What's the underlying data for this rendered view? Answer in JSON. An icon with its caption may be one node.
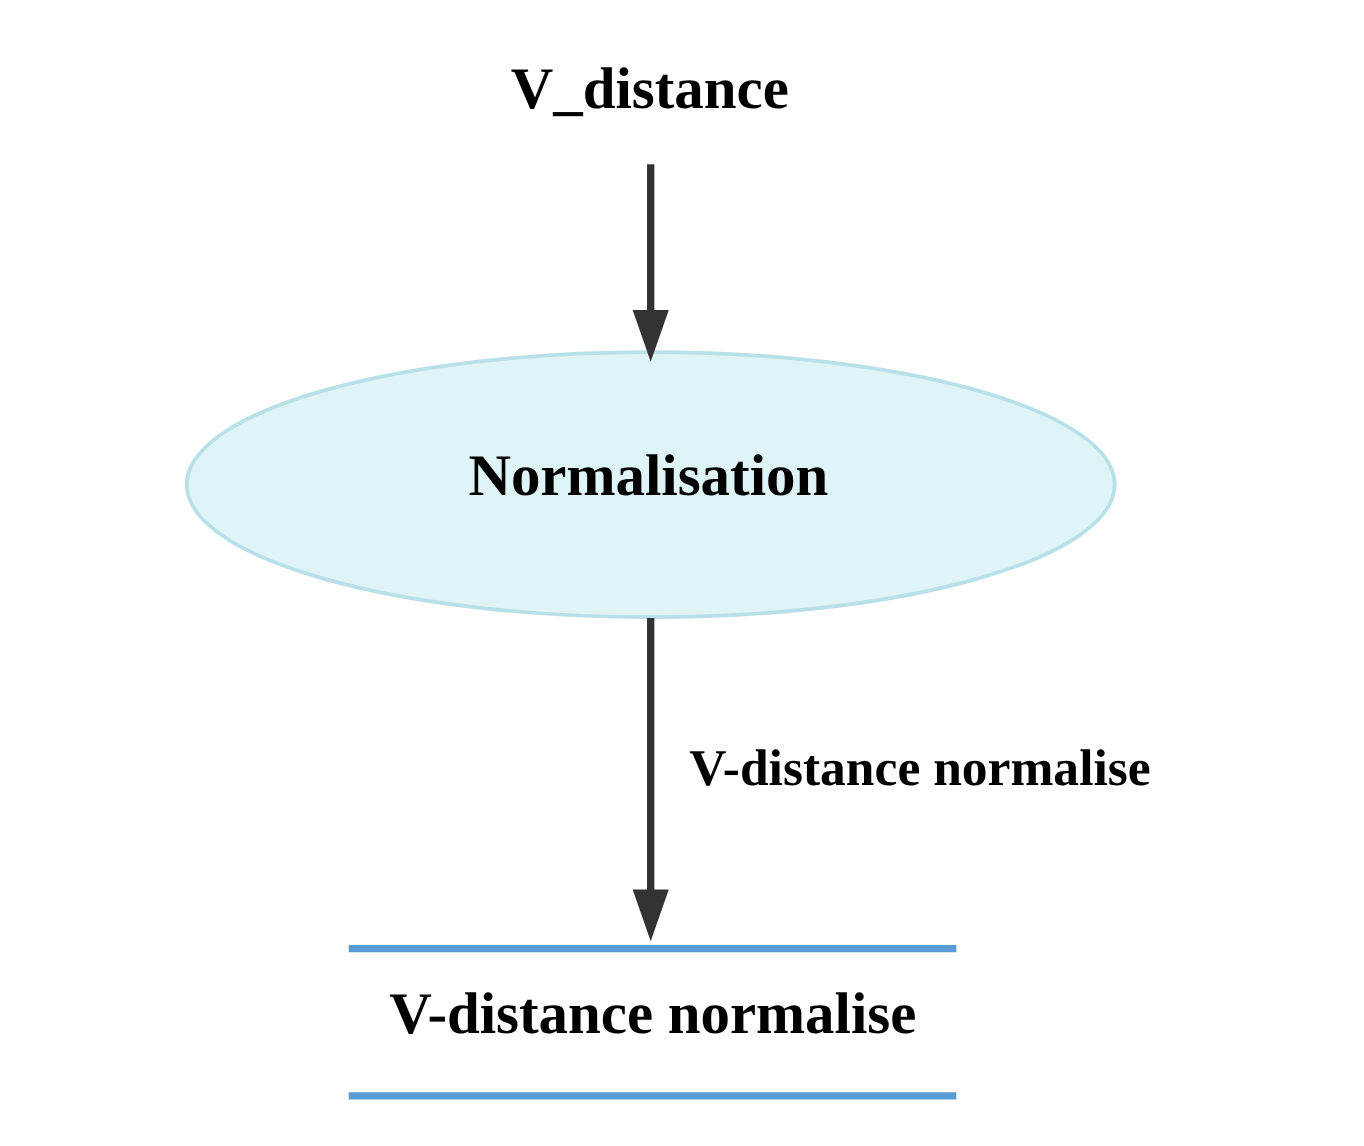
{
  "diagram": {
    "nodes": [
      {
        "text": [
          "V_distance"
        ]
      },
      {
        "text": [
          "Normalisation"
        ]
      },
      {
        "text": [
          "V-distance normalise"
        ]
      }
    ],
    "edges": [
      {
        "from": 0,
        "to": 1,
        "arrow": "to"
      },
      {
        "from": 1,
        "to": 2,
        "arrow": "to",
        "label": "V-distance normalise"
      }
    ]
  }
}
